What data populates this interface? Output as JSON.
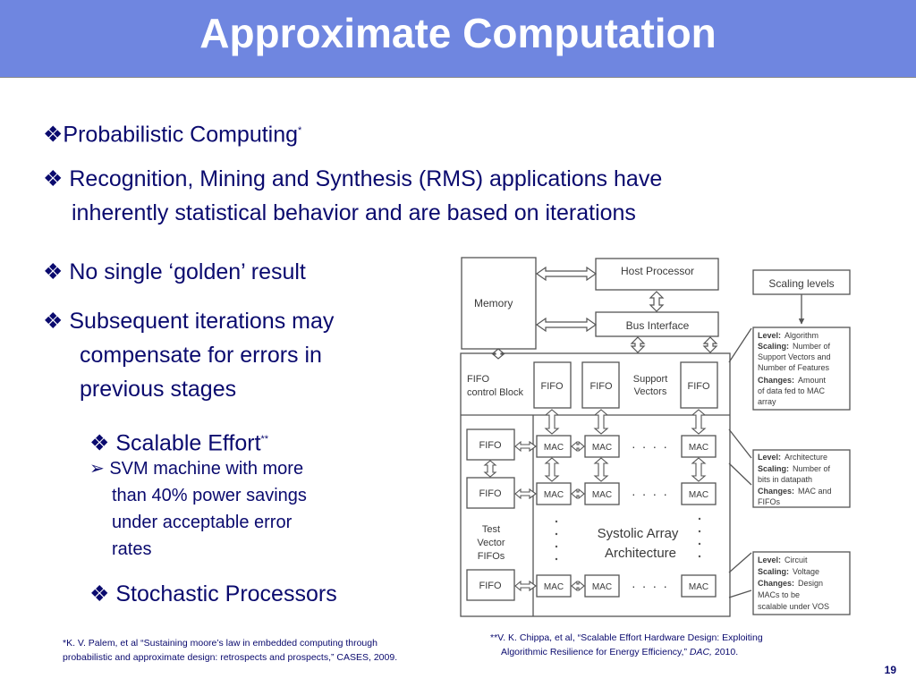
{
  "title": "Approximate Computation",
  "bullets": {
    "b1": {
      "marker": "❖",
      "text": "Probabilistic Computing",
      "sup": "*"
    },
    "b2": {
      "marker": "❖",
      "line1": "Recognition, Mining and Synthesis (RMS) applications have",
      "line2": "inherently statistical behavior and are based on iterations"
    },
    "b3": {
      "marker": "❖",
      "text": "No single ‘golden’ result"
    },
    "b4": {
      "marker": "❖",
      "line1": "Subsequent iterations may",
      "line2": "compensate for errors in",
      "line3": "previous stages"
    },
    "b5": {
      "marker": "❖",
      "text": "Scalable Effort",
      "sup": "**"
    },
    "b5sub": {
      "marker": "➢",
      "line1": "SVM machine with more",
      "line2": "than 40% power savings",
      "line3": "under acceptable error",
      "line4": "rates"
    },
    "b6": {
      "marker": "❖",
      "text": "Stochastic Processors"
    }
  },
  "diagram": {
    "memory": "Memory",
    "host": "Host Processor",
    "bus": "Bus Interface",
    "scaling_levels": "Scaling levels",
    "fifo_ctrl_1": "FIFO",
    "fifo_ctrl_2": "control Block",
    "fifo": "FIFO",
    "support_1": "Support",
    "support_2": "Vectors",
    "mac": "MAC",
    "dots": ". . . .",
    "test_1": "Test",
    "test_2": "Vector",
    "test_3": "FIFOs",
    "systolic_1": "Systolic Array",
    "systolic_2": "Architecture",
    "level1": {
      "level_k": "Level:",
      "level_v": "Algorithm",
      "scaling_k": "Scaling:",
      "scaling_v1": "Number of",
      "scaling_v2": "Support Vectors and",
      "scaling_v3": "Number of Features",
      "changes_k": "Changes:",
      "changes_v1": "Amount",
      "changes_v2": "of data fed to MAC",
      "changes_v3": "array"
    },
    "level2": {
      "level_k": "Level:",
      "level_v": "Architecture",
      "scaling_k": "Scaling:",
      "scaling_v1": "Number of",
      "scaling_v2": "bits in datapath",
      "changes_k": "Changes:",
      "changes_v1": "MAC and",
      "changes_v2": "FIFOs"
    },
    "level3": {
      "level_k": "Level:",
      "level_v": "Circuit",
      "scaling_k": "Scaling:",
      "scaling_v1": "Voltage",
      "changes_k": "Changes:",
      "changes_v1": "Design",
      "changes_v2": "MACs to be",
      "changes_v3": "scalable under VOS"
    }
  },
  "footnotes": {
    "left_line1": "*K. V. Palem, et al “Sustaining moore’s law in embedded computing through",
    "left_line2": "probabilistic and approximate design: retrospects and prospects,”  CASES,  2009.",
    "right_line1": "**V. K. Chippa, et al, “Scalable Effort Hardware Design: Exploiting",
    "right_line2a": "Algorithmic Resilience for Energy Efficiency,” ",
    "right_line2b": "DAC,",
    "right_line2c": " 2010."
  },
  "page_number": "19"
}
